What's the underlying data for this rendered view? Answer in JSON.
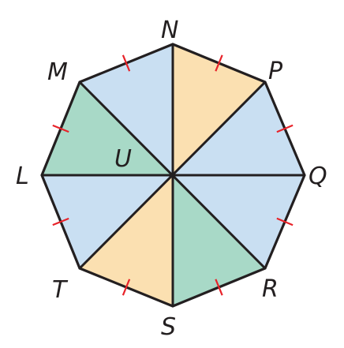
{
  "figure": {
    "polygon": "regular octagon MNPQRSTL",
    "center_label": "U",
    "vertices": [
      {
        "label": "N"
      },
      {
        "label": "P"
      },
      {
        "label": "Q"
      },
      {
        "label": "R"
      },
      {
        "label": "S"
      },
      {
        "label": "T"
      },
      {
        "label": "L"
      },
      {
        "label": "M"
      }
    ],
    "triangle_colors": [
      "#fbe0b1",
      "#c9dff2",
      "#c9dff2",
      "#a8d9c7",
      "#fbe0b1",
      "#c9dff2",
      "#a8d9c7",
      "#c9dff2"
    ],
    "triangle_colors_note_free": true,
    "colors": {
      "peach": "#fbe0b1",
      "blue": "#c9dff2",
      "green": "#a8d9c7",
      "edge": "#231f20",
      "tick": "#e8232a"
    },
    "congruent_side_ticks": 8
  }
}
